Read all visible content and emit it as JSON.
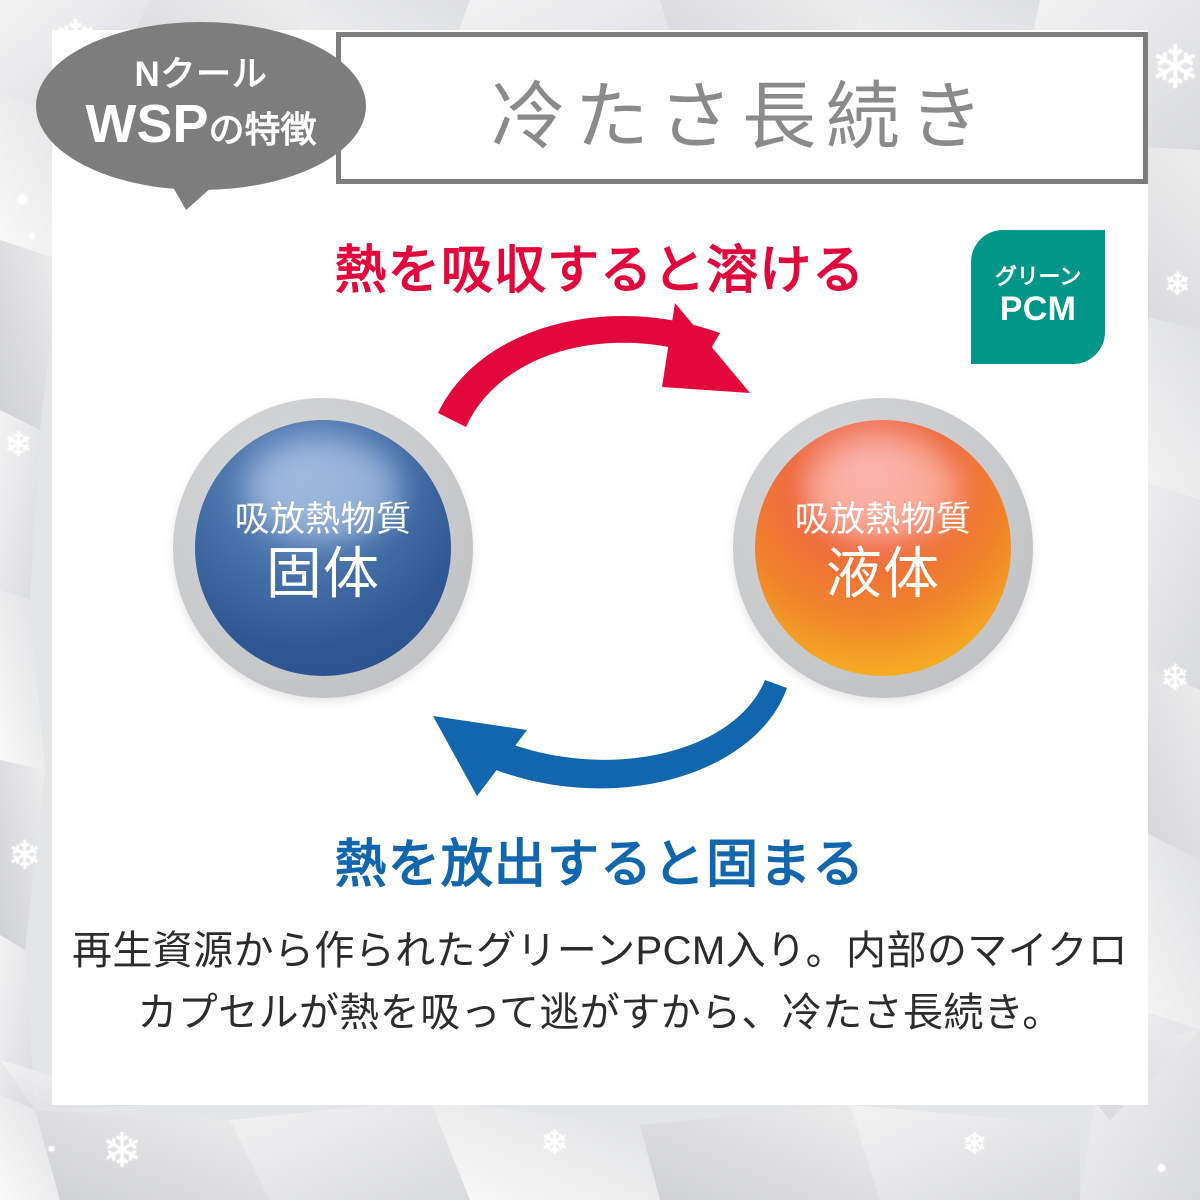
{
  "bubble": {
    "line1": "Nクール",
    "line2_main": "WSP",
    "line2_suffix": "の特徴"
  },
  "header": {
    "title": "冷たさ長続き"
  },
  "diagram": {
    "absorb_label": "熱を吸収すると溶ける",
    "release_label": "熱を放出すると固まる",
    "absorb_arrow": "curved-arrow-right-icon",
    "release_arrow": "curved-arrow-left-icon",
    "solid": {
      "top": "吸放熱物質",
      "state": "固体"
    },
    "liquid": {
      "top": "吸放熱物質",
      "state": "液体"
    }
  },
  "badge": {
    "line1": "グリーン",
    "line2": "PCM"
  },
  "description": {
    "line1": "再生資源から作られたグリーンPCM入り。内部のマイクロ",
    "line2": "カプセルが熱を吸って逃がすから、冷たさ長続き。"
  },
  "colors": {
    "red": "#e3083c",
    "blue": "#1266ae",
    "teal": "#009688",
    "grey": "#7d7d7d",
    "title_grey": "#8a8a8a",
    "solid_blue": "#2f5793",
    "liquid_orange": "#f0832a",
    "rim_grey": "#c9cacc"
  }
}
